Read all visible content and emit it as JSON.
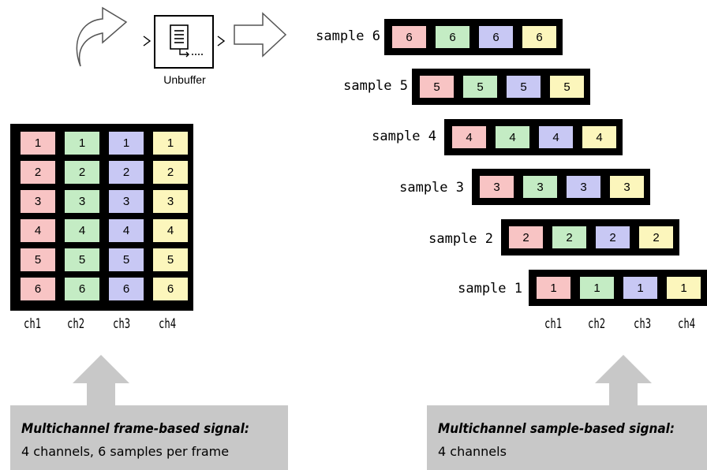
{
  "block": {
    "label": "Unbuffer"
  },
  "frame_matrix": {
    "rows": [
      [
        "1",
        "1",
        "1",
        "1"
      ],
      [
        "2",
        "2",
        "2",
        "2"
      ],
      [
        "3",
        "3",
        "3",
        "3"
      ],
      [
        "4",
        "4",
        "4",
        "4"
      ],
      [
        "5",
        "5",
        "5",
        "5"
      ],
      [
        "6",
        "6",
        "6",
        "6"
      ]
    ],
    "channels": [
      "ch1",
      "ch2",
      "ch3",
      "ch4"
    ]
  },
  "samples": [
    {
      "label": "sample 6",
      "values": [
        "6",
        "6",
        "6",
        "6"
      ]
    },
    {
      "label": "sample 5",
      "values": [
        "5",
        "5",
        "5",
        "5"
      ]
    },
    {
      "label": "sample 4",
      "values": [
        "4",
        "4",
        "4",
        "4"
      ]
    },
    {
      "label": "sample 3",
      "values": [
        "3",
        "3",
        "3",
        "3"
      ]
    },
    {
      "label": "sample 2",
      "values": [
        "2",
        "2",
        "2",
        "2"
      ]
    },
    {
      "label": "sample 1",
      "values": [
        "1",
        "1",
        "1",
        "1"
      ]
    }
  ],
  "sample_channels": [
    "ch1",
    "ch2",
    "ch3",
    "ch4"
  ],
  "captions": {
    "left": {
      "title": "Multichannel frame-based signal:",
      "subtitle": "4 channels, 6 samples per frame"
    },
    "right": {
      "title": "Multichannel sample-based signal:",
      "subtitle": "4 channels"
    }
  },
  "colors": {
    "ch1": "#f8c4c4",
    "ch2": "#c4ecc4",
    "ch3": "#c8c8f4",
    "ch4": "#fcf6bc",
    "frame": "#000000",
    "caption_bg": "#c8c8c8"
  }
}
